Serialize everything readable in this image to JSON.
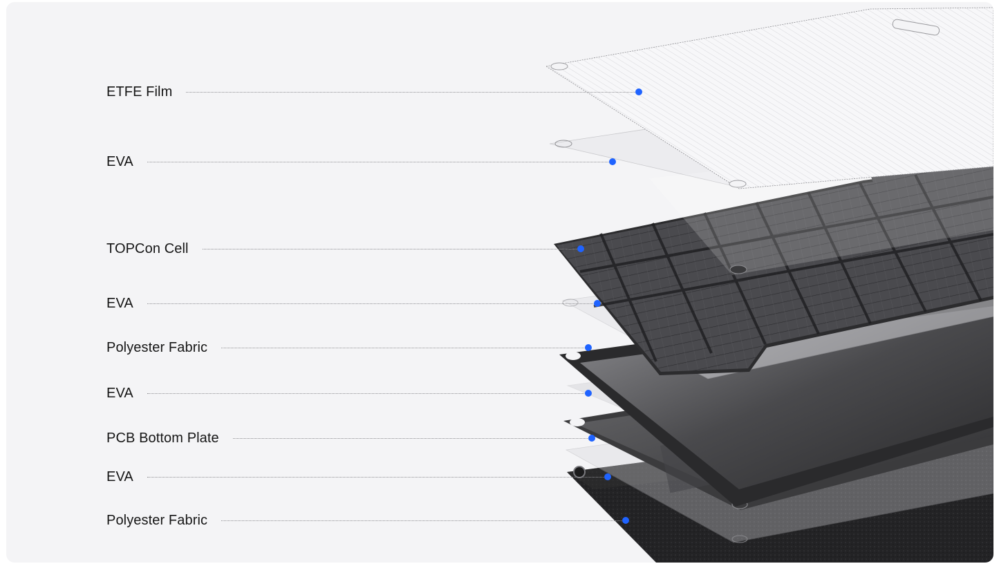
{
  "diagram": {
    "layers": [
      {
        "name": "ETFE Film"
      },
      {
        "name": "EVA"
      },
      {
        "name": "TOPCon Cell"
      },
      {
        "name": "EVA"
      },
      {
        "name": "Polyester Fabric"
      },
      {
        "name": "EVA"
      },
      {
        "name": "PCB Bottom Plate"
      },
      {
        "name": "EVA"
      },
      {
        "name": "Polyester Fabric"
      }
    ],
    "colors": {
      "marker": "#1f63ff",
      "background": "#f4f4f6",
      "label_text": "#151515",
      "leader_line": "#8e8e92"
    }
  }
}
